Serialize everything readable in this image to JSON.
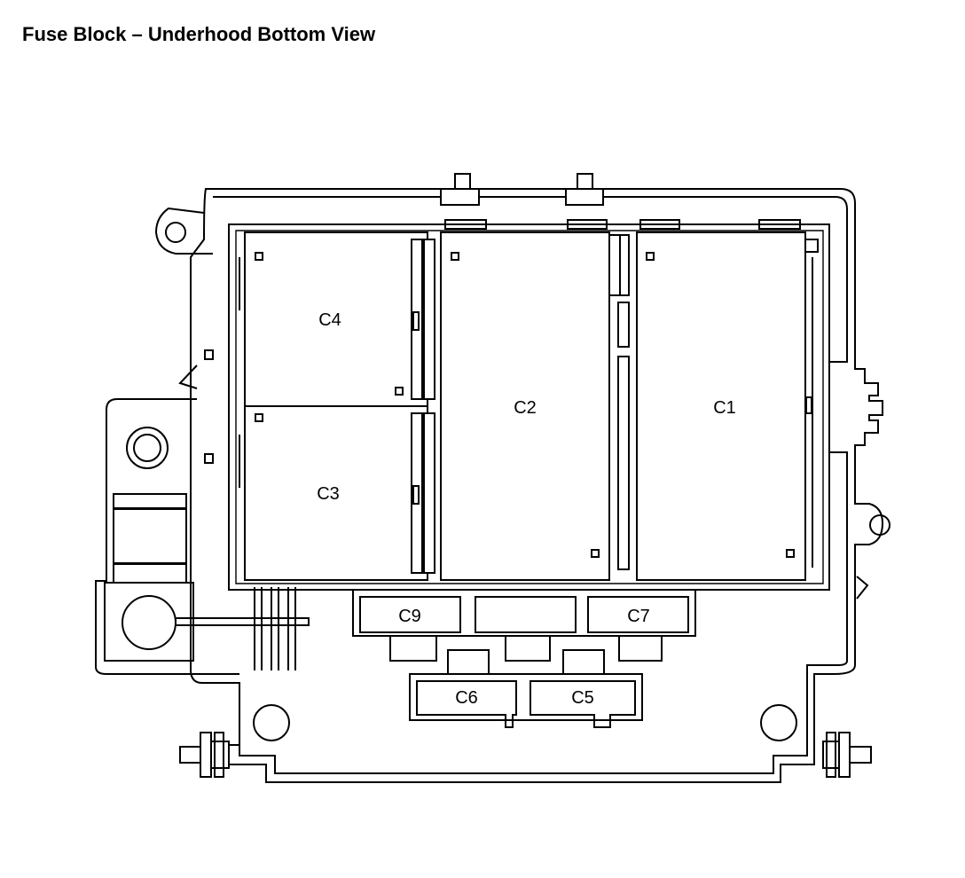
{
  "title": "Fuse Block – Underhood Bottom View",
  "connectors": {
    "c1": "C1",
    "c2": "C2",
    "c3": "C3",
    "c4": "C4",
    "c5": "C5",
    "c6": "C6",
    "c7": "C7",
    "c9": "C9"
  }
}
